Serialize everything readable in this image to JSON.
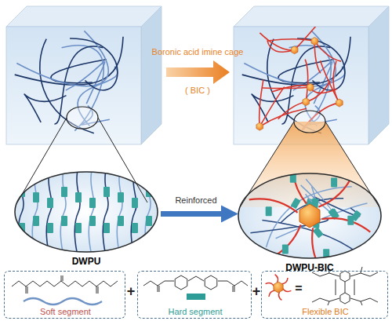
{
  "diagram": {
    "nodes": [
      {
        "text": [
          "DWPU"
        ]
      },
      {
        "text": [
          "DWPU-BIC"
        ]
      },
      {
        "text": [
          "Soft segment"
        ]
      },
      {
        "text": [
          "Hard segment"
        ]
      },
      {
        "text": [
          "Flexible BIC"
        ]
      }
    ],
    "edges": [
      {
        "from": 0,
        "to": 1,
        "arrow": "to",
        "label": "Reinforced"
      }
    ],
    "labels": [
      "Boronic acid imine cage",
      "( BIC )",
      "+",
      "+",
      "="
    ]
  }
}
